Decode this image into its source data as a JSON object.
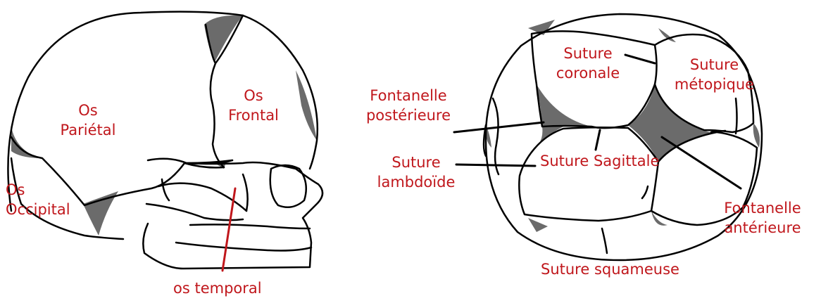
{
  "colors": {
    "label": "#c0171c",
    "bone_line": "#000000",
    "fontanelle": "#6b6b6b",
    "background": "#ffffff"
  },
  "side_view": {
    "parietal": {
      "line1": "Os",
      "line2": "Pariétal"
    },
    "frontal": {
      "line1": "Os",
      "line2": "Frontal"
    },
    "occipital": {
      "line1": "Os",
      "line2": "Occipital"
    },
    "temporal": "os temporal"
  },
  "top_view": {
    "fontanelle_posterior": {
      "line1": "Fontanelle",
      "line2": "postérieure"
    },
    "suture_coronal": {
      "line1": "Suture",
      "line2": "coronale"
    },
    "suture_metopic": {
      "line1": "Suture",
      "line2": "métopique"
    },
    "suture_lambdoid": {
      "line1": "Suture",
      "line2": "lambdoïde"
    },
    "suture_sagittal": "Suture Sagittale",
    "fontanelle_anterior": {
      "line1": "Fontanelle",
      "line2": "antérieure"
    },
    "suture_squamous": "Suture squameuse"
  }
}
